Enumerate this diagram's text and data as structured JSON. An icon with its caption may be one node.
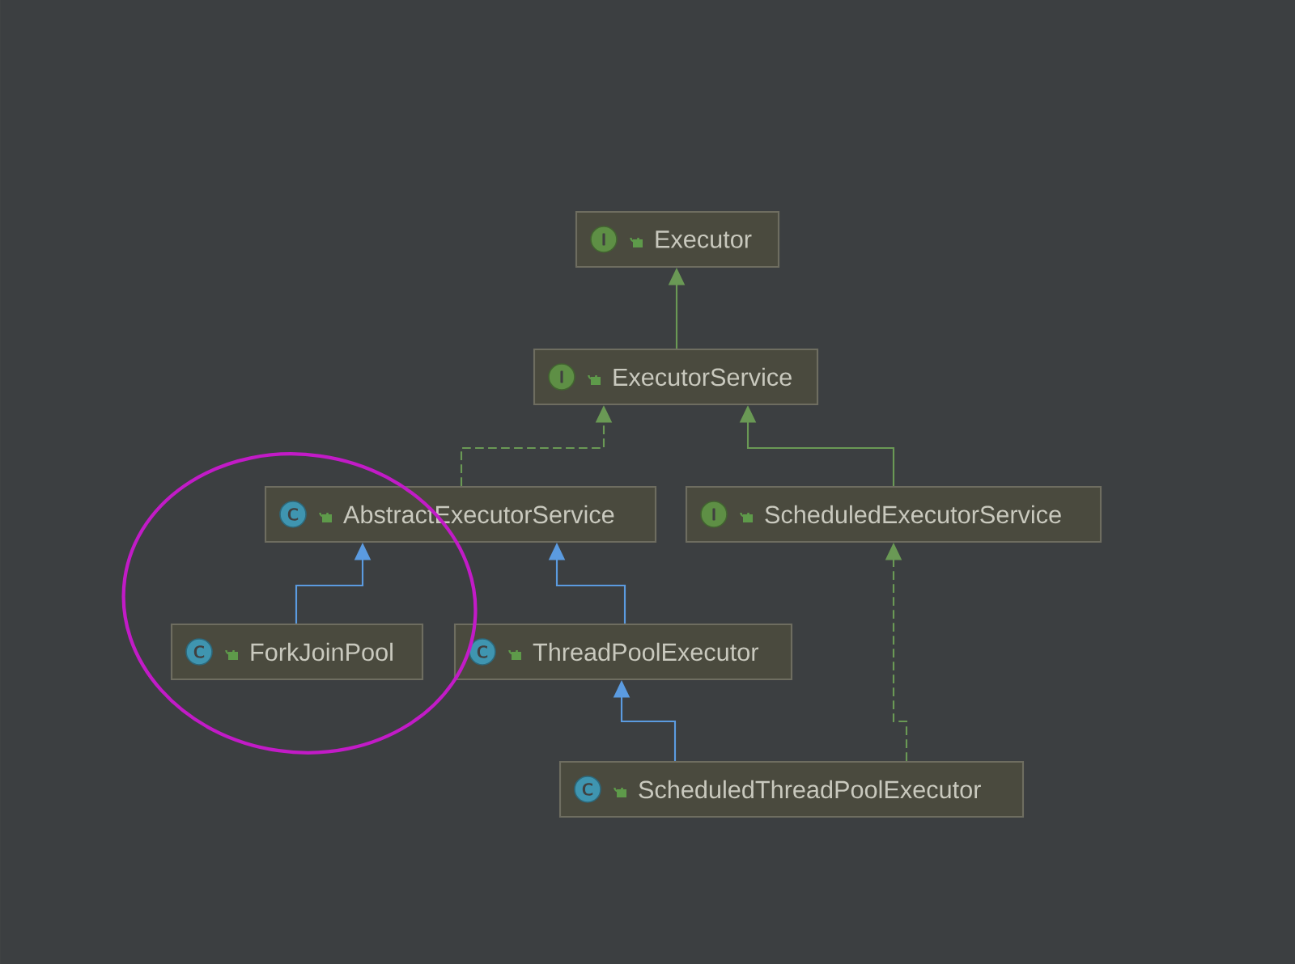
{
  "diagram": {
    "nodes": [
      {
        "text": [
          "I",
          "Executor"
        ]
      },
      {
        "text": [
          "I",
          "ExecutorService"
        ]
      },
      {
        "text": [
          "C",
          "AbstractExecutorService"
        ]
      },
      {
        "text": [
          "I",
          "ScheduledExecutorService"
        ]
      },
      {
        "text": [
          "C",
          "ForkJoinPool"
        ]
      },
      {
        "text": [
          "C",
          "ThreadPoolExecutor"
        ]
      },
      {
        "text": [
          "C",
          "ScheduledThreadPoolExecutor"
        ]
      }
    ],
    "edges": [
      {
        "from": 1,
        "to": 0,
        "arrow": "to"
      },
      {
        "from": 2,
        "to": 1,
        "arrow": "to",
        "style": "dashed"
      },
      {
        "from": 3,
        "to": 1,
        "arrow": "to"
      },
      {
        "from": 4,
        "to": 2,
        "arrow": "to",
        "color": "#5b9be0"
      },
      {
        "from": 5,
        "to": 2,
        "arrow": "to",
        "color": "#5b9be0"
      },
      {
        "from": 6,
        "to": 5,
        "arrow": "to",
        "color": "#5b9be0"
      },
      {
        "from": 6,
        "to": 3,
        "arrow": "to",
        "style": "dashed"
      }
    ]
  }
}
